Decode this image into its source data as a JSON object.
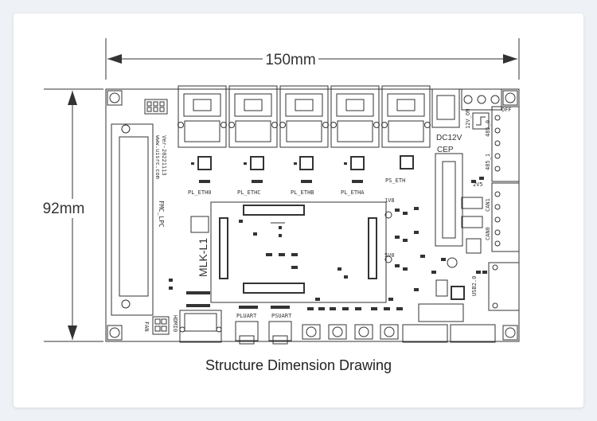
{
  "dimensions": {
    "width_label": "150mm",
    "height_label": "92mm"
  },
  "caption": "Structure Dimension Drawing",
  "board": {
    "module_label": "MLK-L1",
    "version_label": "Ver-20221113",
    "website_label": "www.uisrc.com",
    "fmc_label": "FMC_LPC",
    "dc_label": "DC12V",
    "cep_label": "CEP",
    "ethernet_labels": [
      "PL_ETH0",
      "PL_ETHC",
      "PL_ETHB",
      "PL_ETHA",
      "PS_ETH"
    ],
    "rail_labels": [
      "1V8",
      "5V0",
      "2V5"
    ],
    "uart_labels": [
      "PLUART",
      "PSUART"
    ],
    "side_labels": [
      "FAN",
      "HDMI0",
      "USB2.0",
      "485_0",
      "485_1",
      "CAN1",
      "CAN0",
      "12V_ON",
      "OFF"
    ]
  }
}
